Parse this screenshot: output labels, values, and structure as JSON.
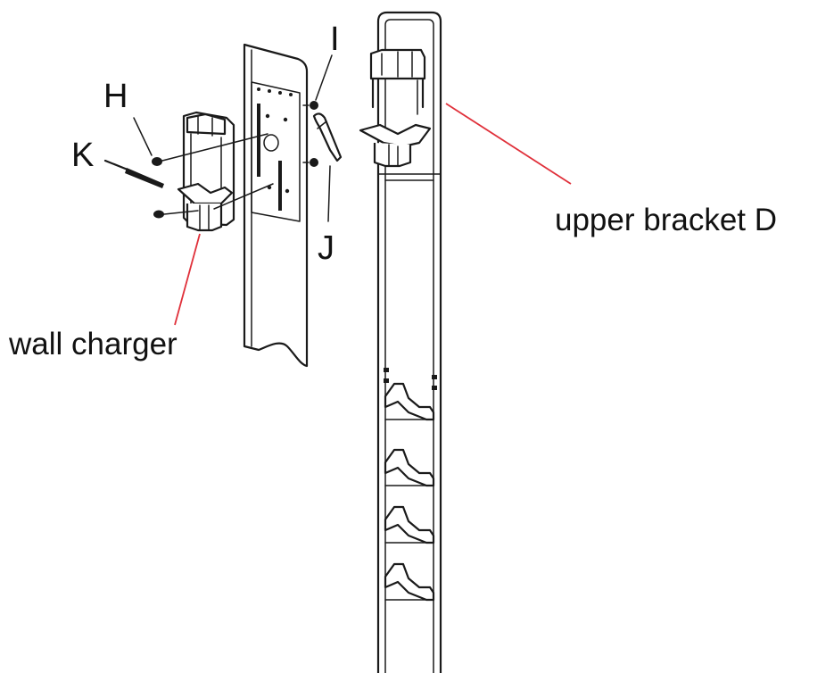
{
  "labels": {
    "h": "H",
    "k": "K",
    "i": "I",
    "j": "J",
    "wall_charger": "wall charger",
    "upper_bracket": "upper bracket D"
  },
  "colors": {
    "line": "#1a1a1a",
    "leader": "#e0303a",
    "background": "#ffffff"
  }
}
